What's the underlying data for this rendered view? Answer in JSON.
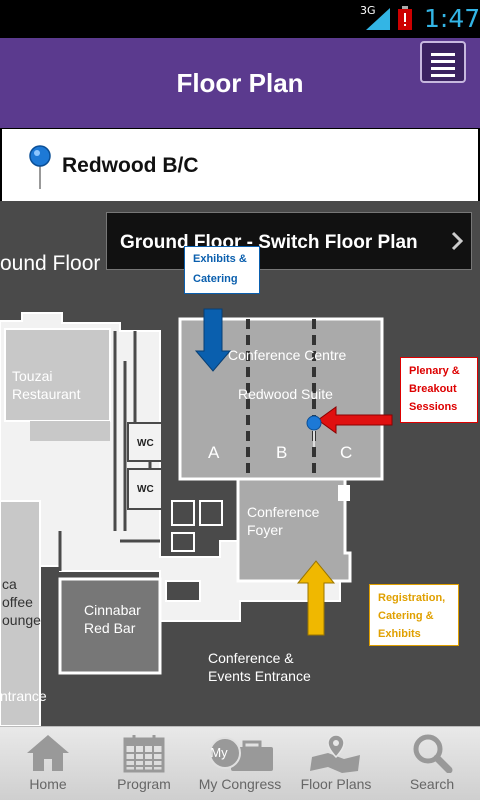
{
  "status": {
    "network": "3G",
    "time": "1:47"
  },
  "header": {
    "title": "Floor Plan"
  },
  "location": {
    "name": "Redwood B/C"
  },
  "switch_floor": {
    "label": "Ground Floor - Switch Floor Plan"
  },
  "floorplan": {
    "title": "ound Floor Plan",
    "rooms": {
      "touzai": "Touzai\nRestaurant",
      "conference_centre": "Conference Centre",
      "redwood_suite": "Redwood Suite",
      "a": "A",
      "b": "B",
      "c": "C",
      "wc1": "WC",
      "wc2": "WC",
      "conference_foyer": "Conference\nFoyer",
      "coffee_lounge": "ca\noffee\nounge",
      "cinnabar": "Cinnabar\nRed Bar",
      "events_entrance": "Conference &\nEvents Entrance",
      "entrance": "ntrance"
    },
    "callouts": {
      "exhibits": "Exhibits &\nCatering",
      "plenary": "Plenary &\nBreakout\nSessions",
      "registration": "Registration,\nCatering &\nExhibits"
    },
    "colors": {
      "blue": "#0a5fae",
      "red": "#e01010",
      "yellow": "#f0b800",
      "plan_bg": "#4a4a4a"
    }
  },
  "nav": {
    "items": [
      {
        "label": "Home",
        "icon": "home-icon"
      },
      {
        "label": "Program",
        "icon": "calendar-icon"
      },
      {
        "label": "My Congress",
        "icon": "my-briefcase-icon",
        "badge": "My"
      },
      {
        "label": "Floor Plans",
        "icon": "map-icon"
      },
      {
        "label": "Search",
        "icon": "search-icon"
      }
    ]
  }
}
